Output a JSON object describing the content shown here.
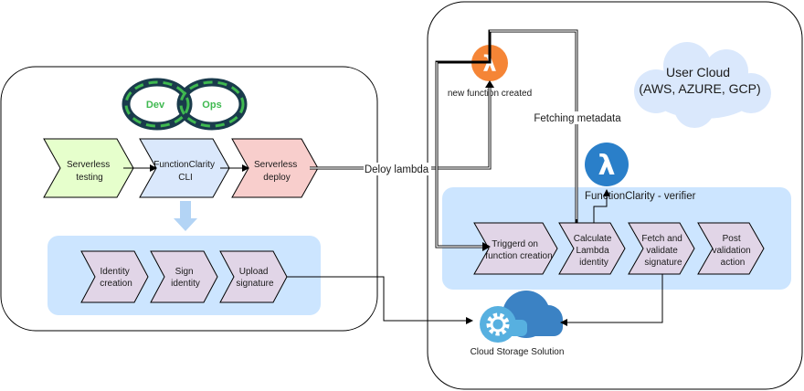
{
  "devops_logo": {
    "dev": "Dev",
    "ops": "Ops"
  },
  "pipeline": {
    "serverless_testing": [
      "Serverless",
      "testing"
    ],
    "functionclarity_cli": [
      "FunctionClarity",
      "CLI"
    ],
    "serverless_deploy": [
      "Serverless",
      "deploy"
    ]
  },
  "signing": {
    "identity_creation": [
      "Identity",
      "creation"
    ],
    "sign_identity": [
      "Sign",
      "identity"
    ],
    "upload_signature": [
      "Upload",
      "signature"
    ]
  },
  "edges": {
    "deploy_lambda": "Deloy lambda",
    "fetching_metadata": "Fetching metadata"
  },
  "user_cloud": {
    "line1": "User Cloud",
    "line2": "(AWS, AZURE, GCP)"
  },
  "new_function": {
    "label": "new function created",
    "glyph": "λ"
  },
  "verifier": {
    "title": "FunctionClarity - verifier",
    "glyph": "λ",
    "triggered": [
      "Triggerd on",
      "function creation"
    ],
    "calculate": [
      "Calculate",
      "Lambda",
      "identity"
    ],
    "fetch": [
      "Fetch and",
      "validate",
      "signature"
    ],
    "post": [
      "Post",
      "validation",
      "action"
    ]
  },
  "storage": {
    "label": "Cloud Storage Solution"
  },
  "colors": {
    "green_fill": "#e6ffcc",
    "blue_fill": "#dae8fc",
    "red_fill": "#f8cecc",
    "purple_fill": "#e1d5e7",
    "blue_group": "#cce5ff",
    "lambda_orange": "#f58536",
    "lambda_blue": "#2a7fc9"
  },
  "icons": [
    "devops-infinity-icon",
    "lambda-icon",
    "cloud-icon",
    "gear-icon",
    "storage-cloud-icon"
  ]
}
